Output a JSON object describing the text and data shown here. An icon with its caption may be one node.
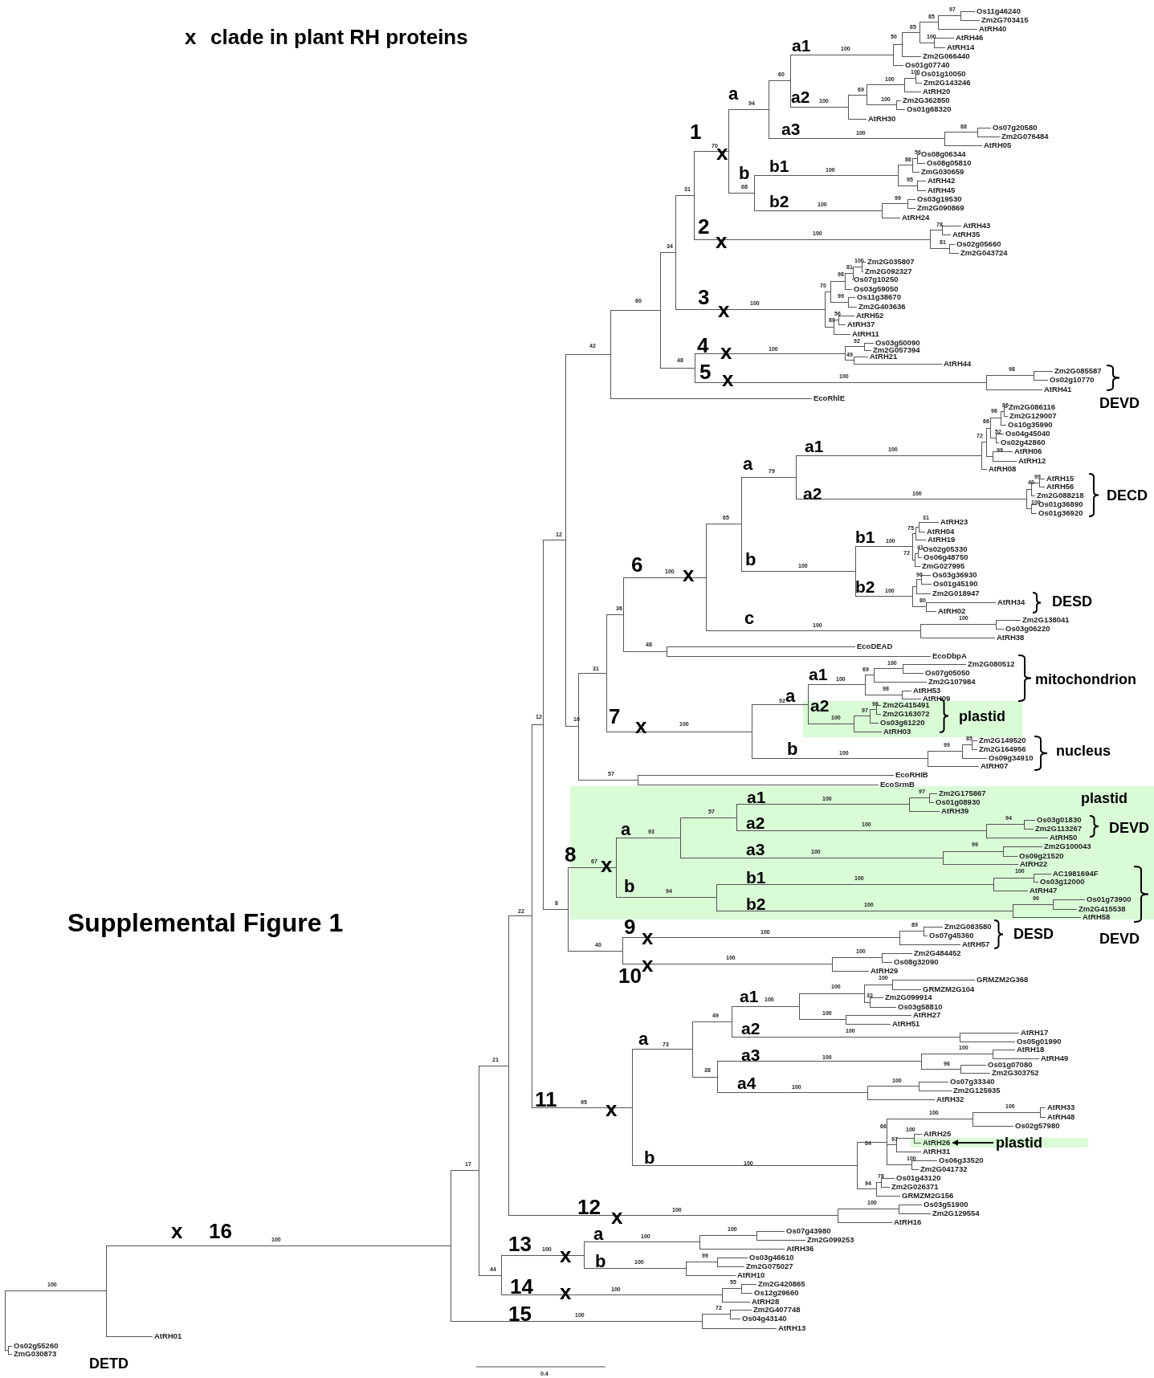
{
  "diagram": {
    "title": "Supplemental Figure 1",
    "nodes": [
      {
        "text": [
          "plastid"
        ]
      },
      {
        "text": [
          "AtRH26"
        ]
      }
    ],
    "edges": [
      {
        "from": 0,
        "to": 1,
        "arrow": "to"
      }
    ],
    "labels": [
      "x",
      "clade in plant RH proteins",
      "Os11g46240",
      "Zm2G703415",
      "AtRH40",
      "AtRH46",
      "AtRH14",
      "Zm2G066440",
      "Os01g07740",
      "Os01g10050",
      "Zm2G143246",
      "AtRH20",
      "Zm2G362850",
      "Os01g68320",
      "AtRH30",
      "Os07g20580",
      "Zm2G076484",
      "AtRH05",
      "Os08g06344",
      "Os08g05810",
      "ZmG030659",
      "AtRH42",
      "AtRH45",
      "Os03g19530",
      "Zm2G090869",
      "AtRH24",
      "AtRH43",
      "AtRH35",
      "Os02g05660",
      "Zm2G043724",
      "Zm2G035807",
      "Zm2G092327",
      "Os07g10250",
      "Os03g59050",
      "Os11g38670",
      "Zm2G403636",
      "AtRH52",
      "AtRH37",
      "AtRH11",
      "Os03g50090",
      "Zm2G057394",
      "AtRH21",
      "AtRH44",
      "Zm2G085587",
      "Os02g10770",
      "AtRH41",
      "EcoRhlE",
      "Zm2G086116",
      "Zm2G129007",
      "Os10g35990",
      "Os04g45040",
      "Os02g42860",
      "AtRH06",
      "AtRH12",
      "AtRH08",
      "AtRH15",
      "AtRH56",
      "Zm2G088218",
      "Os01g36890",
      "Os01g36920",
      "AtRH23",
      "AtRH04",
      "AtRH19",
      "Os02g05330",
      "Os06g48750",
      "ZmG027995",
      "Os03g36930",
      "Os01g45190",
      "Zm2G018947",
      "AtRH34",
      "AtRH02",
      "Zm2G138041",
      "Os03g06220",
      "AtRH38",
      "EcoDEAD",
      "EcoDbpA",
      "Zm2G080512",
      "Os07g05050",
      "Zm2G107984",
      "AtRH53",
      "AtRH09",
      "Zm2G415491",
      "Zm2G163072",
      "Os03g61220",
      "AtRH03",
      "Zm2G149520",
      "Zm2G164956",
      "Os09g34910",
      "AtRH07",
      "EcoRHIB",
      "EcoSrmB",
      "Zm2G175867",
      "Os01g08930",
      "AtRH39",
      "Os03g01830",
      "Zm2G113267",
      "AtRH50",
      "Zm2G100043",
      "Os09g21520",
      "AtRH22",
      "AC1981694F",
      "Os03g12000",
      "AtRH47",
      "Os01g73900",
      "Zm2G415538",
      "AtRH58",
      "Zm2G083580",
      "Os07g45360",
      "AtRH57",
      "Zm2G484452",
      "Os08g32090",
      "AtRH29",
      "GRMZM2G368",
      "GRMZM2G104",
      "Zm2G099914",
      "Os03g58810",
      "AtRH27",
      "AtRH51",
      "AtRH17",
      "Os05g01990",
      "AtRH18",
      "AtRH49",
      "Os01g07080",
      "Zm2G303752",
      "Os07g33340",
      "Zm2G125935",
      "AtRH32",
      "AtRH33",
      "AtRH48",
      "Os02g57980",
      "AtRH25",
      "AtRH31",
      "Os06g33520",
      "Zm2G041732",
      "Os01g43120",
      "Zm2G026371",
      "GRMZM2G156",
      "Os03g51900",
      "Zm2G129554",
      "AtRH16",
      "Os07g43980",
      "Zm2G099253",
      "AtRH36",
      "Os03g46610",
      "Zm2G075027",
      "AtRH10",
      "Zm2G420865",
      "Os12g29660",
      "AtRH28",
      "Zm2G407748",
      "Os04g43140",
      "AtRH13",
      "AtRH01",
      "Os02g55260",
      "ZmG030873",
      "97",
      "85",
      "65",
      "100",
      "50",
      "a1",
      "100",
      "60",
      "100",
      "100",
      "69",
      "a",
      "a2",
      "100",
      "100",
      "94",
      "88",
      "a3",
      "100",
      "1",
      "70",
      "x",
      "56",
      "86",
      "b1",
      "100",
      "b",
      "95",
      "68",
      "31",
      "99",
      "b2",
      "100",
      "78",
      "2",
      "100",
      "x",
      "81",
      "34",
      "100",
      "81",
      "98",
      "70",
      "99",
      "3",
      "100",
      "60",
      "x",
      "56",
      "80",
      "92",
      "42",
      "4",
      "100",
      "x",
      "49",
      "48",
      "98",
      "5",
      "100",
      "x",
      "DEVD",
      "86",
      "96",
      "66",
      "52",
      "72",
      "a1",
      "100",
      "99",
      "a",
      "79",
      "99",
      "40",
      "a2",
      "100",
      "DECD",
      "100",
      "65",
      "31",
      "75",
      "12",
      "b1",
      "100",
      "41",
      "72",
      "b",
      "6",
      "100",
      "100",
      "x",
      "96",
      "b2",
      "100",
      "80",
      "DESD",
      "36",
      "100",
      "c",
      "100",
      "48",
      "100",
      "31",
      "69",
      "a1",
      "100",
      "mitochondrion",
      "98",
      "a",
      "92",
      "a2",
      "96",
      "97",
      "12",
      "7",
      "100",
      "plastid",
      "16",
      "100",
      "x",
      "85",
      "99",
      "b",
      "nucleus",
      "100",
      "57",
      "97",
      "a1",
      "plastid",
      "100",
      "57",
      "94",
      "a2",
      "100",
      "DEVD",
      "a",
      "93",
      "99",
      "a3",
      "100",
      "8",
      "67",
      "x",
      "100",
      "b1",
      "100",
      "b",
      "94",
      "90",
      "8",
      "b2",
      "100",
      "22",
      "89",
      "9",
      "100",
      "DESD",
      "x",
      "DEVD",
      "40",
      "100",
      "100",
      "x",
      "10",
      "100",
      "100",
      "33",
      "a1",
      "100",
      "100",
      "49",
      "a2",
      "100",
      "a",
      "73",
      "100",
      "a3",
      "100",
      "21",
      "96",
      "38",
      "100",
      "a4",
      "100",
      "11",
      "95",
      "100",
      "x",
      "100",
      "66",
      "100",
      "97",
      "64",
      "100",
      "b",
      "100",
      "17",
      "78",
      "94",
      "100",
      "12",
      "100",
      "x",
      "100",
      "x",
      "16",
      "a",
      "100",
      "100",
      "13",
      "100",
      "99",
      "x",
      "b",
      "100",
      "44",
      "55",
      "100",
      "14",
      "100",
      "x",
      "72",
      "15",
      "100",
      "DETD",
      "0.4"
    ]
  }
}
